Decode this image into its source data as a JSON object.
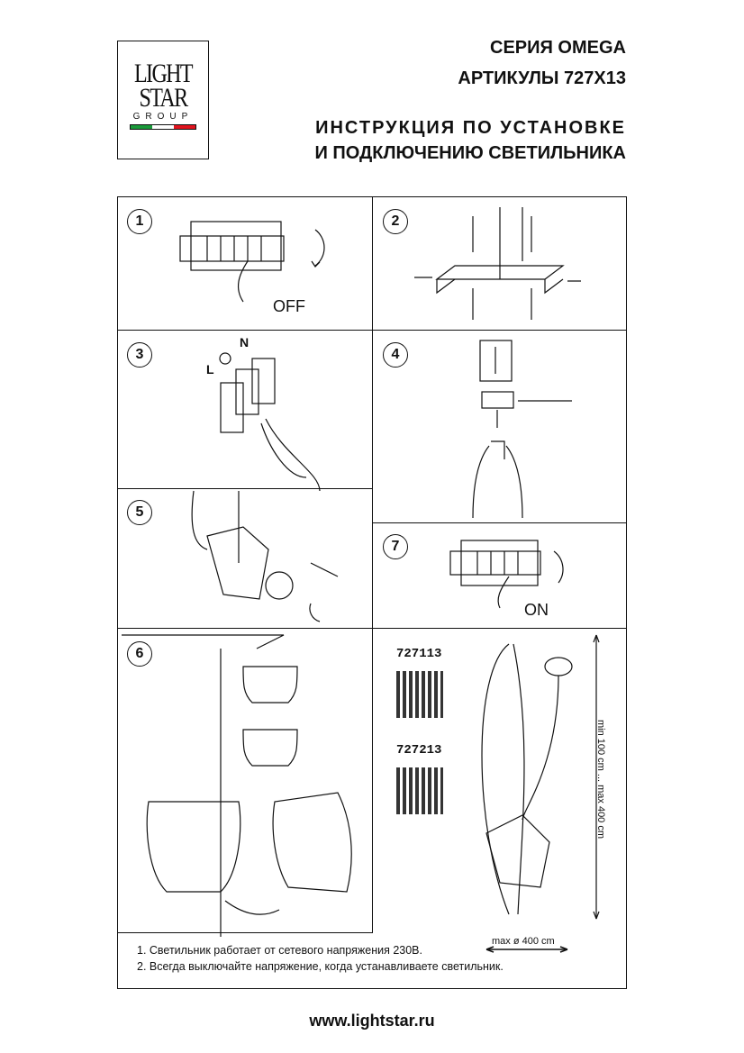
{
  "logo": {
    "line1": "LIGHT",
    "line2": "STAR",
    "line3": "GROUP",
    "flag_colors": [
      "#1a9a3a",
      "#ffffff",
      "#e0141e"
    ]
  },
  "header": {
    "series": "СЕРИЯ OMEGA",
    "articles": "АРТИКУЛЫ 727X13",
    "title_line1": "ИНСТРУКЦИЯ ПО УСТАНОВКЕ",
    "title_line2": "И ПОДКЛЮЧЕНИЮ СВЕТИЛЬНИКА"
  },
  "steps": {
    "s1": "1",
    "s2": "2",
    "s3": "3",
    "s4": "4",
    "s5": "5",
    "s6": "6",
    "s7": "7"
  },
  "labels": {
    "off": "OFF",
    "on": "ON",
    "n": "N",
    "l": "L"
  },
  "products": [
    {
      "code": "727113"
    },
    {
      "code": "727213"
    }
  ],
  "dimensions": {
    "height": "min 100 cm ... max 400 cm",
    "width": "max ø 400 cm"
  },
  "notes": [
    "1. Светильник работает от сетевого напряжения 230В.",
    "2. Всегда выключайте напряжение, когда устанавливаете светильник."
  ],
  "footer": {
    "url": "www.lightstar.ru"
  }
}
